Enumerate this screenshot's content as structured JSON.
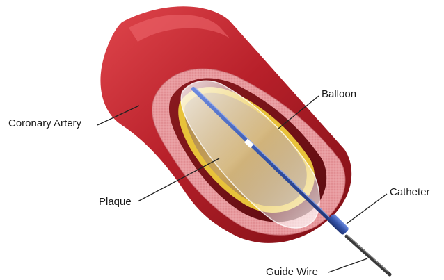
{
  "labels": {
    "coronary_artery": "Coronary Artery",
    "plaque": "Plaque",
    "balloon": "Balloon",
    "catheter": "Catheter",
    "guide_wire": "Guide Wire"
  },
  "colors": {
    "artery": "#b8202a",
    "artery_dark": "#7d0f15",
    "artery_highlight": "#e0464c",
    "vessel_wall": "#e89a9e",
    "plaque": "#c9a45c",
    "plaque_rim": "#e8c23a",
    "catheter": "#3352a8",
    "guide_wire": "#333333"
  }
}
